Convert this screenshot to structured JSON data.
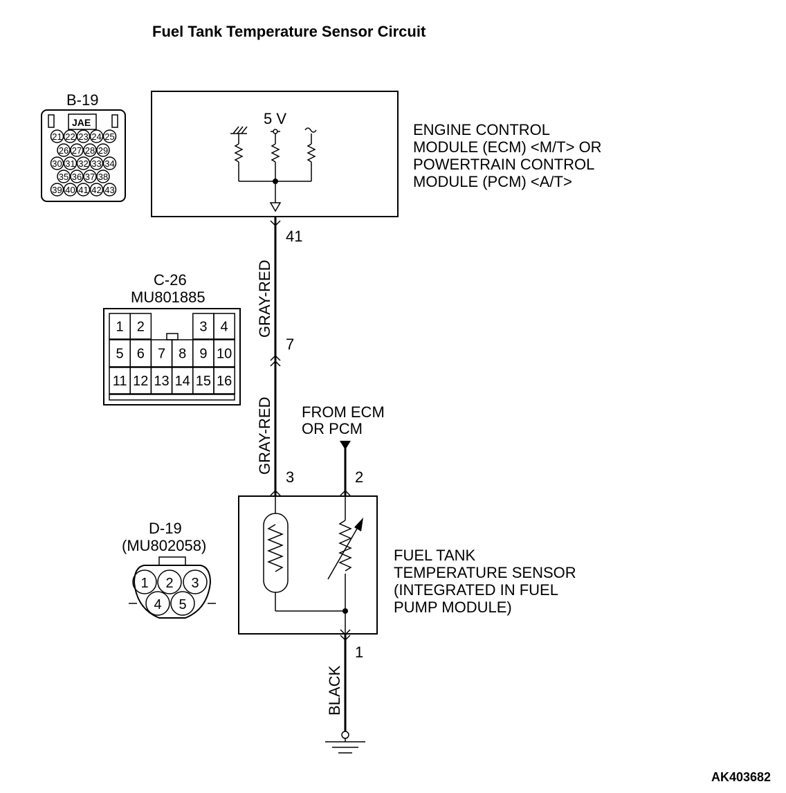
{
  "title": "Fuel Tank Temperature Sensor Circuit",
  "figure_id": "AK403682",
  "ecm": {
    "label_lines": [
      "ENGINE CONTROL",
      "MODULE (ECM) <M/T> OR",
      "POWERTRAIN CONTROL",
      "MODULE (PCM) <A/T>"
    ],
    "voltage": "5 V",
    "terminal": "41"
  },
  "sensor": {
    "label_lines": [
      "FUEL TANK",
      "TEMPERATURE SENSOR",
      "(INTEGRATED IN FUEL",
      "PUMP MODULE)"
    ],
    "terminals": [
      "3",
      "2",
      "1"
    ]
  },
  "wires": {
    "upper_color": "GRAY-RED",
    "lower_color": "GRAY-RED",
    "ground_color": "BLACK",
    "junction_terminal": "7"
  },
  "from_ecm_lines": [
    "FROM ECM",
    "OR PCM"
  ],
  "connectors": {
    "b19": {
      "name": "B-19",
      "maker": "JAE",
      "rows": [
        [
          "21",
          "22",
          "23",
          "24",
          "25"
        ],
        [
          "26",
          "27",
          "28",
          "29"
        ],
        [
          "30",
          "31",
          "32",
          "33",
          "34"
        ],
        [
          "35",
          "36",
          "37",
          "38"
        ],
        [
          "39",
          "40",
          "41",
          "42",
          "43"
        ]
      ]
    },
    "c26": {
      "name": "C-26",
      "part": "MU801885",
      "rows": [
        [
          "1",
          "2",
          "",
          "",
          "3",
          "4"
        ],
        [
          "5",
          "6",
          "7",
          "8",
          "9",
          "10"
        ],
        [
          "11",
          "12",
          "13",
          "14",
          "15",
          "16"
        ]
      ]
    },
    "d19": {
      "name": "D-19",
      "part": "(MU802058)",
      "pins": [
        "1",
        "2",
        "3",
        "4",
        "5"
      ]
    }
  }
}
